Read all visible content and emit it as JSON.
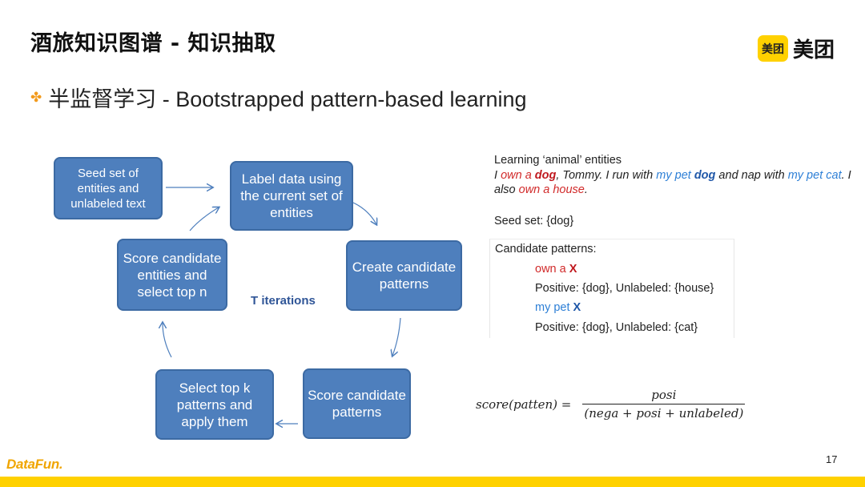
{
  "header": {
    "title": "酒旅知识图谱 - 知识抽取",
    "logo_box": "美团",
    "logo_text": "美团"
  },
  "subtitle": {
    "bullet": "✤",
    "text": "半监督学习 - Bootstrapped pattern-based learning"
  },
  "cycle": {
    "seed": "Seed set of entities and unlabeled text",
    "label_data": "Label data using the current set of entities",
    "create_patterns": "Create candidate patterns",
    "score_patterns": "Score candidate patterns",
    "select_top_k": "Select top k patterns and apply them",
    "score_entities": "Score candidate entities and select top n",
    "iterations": "T iterations"
  },
  "example": {
    "heading": "Learning ‘animal’ entities",
    "sentence": {
      "s1": "I ",
      "s2": "own a",
      "s3": " ",
      "s4": "dog",
      "s5": ", Tommy. I run with ",
      "s6": "my pet",
      "s7": " ",
      "s8": "dog",
      "s9": " and nap with ",
      "s10": "my pet",
      "s11": " ",
      "s12": "cat",
      "s13": ". I also ",
      "s14": "own a house",
      "s15": "."
    },
    "seed_set": "Seed set: {dog}",
    "candidates_title": "Candidate patterns:",
    "pattern1_text": "own a ",
    "pattern1_x": "X",
    "pattern1_stats": "Positive: {dog}, Unlabeled: {house}",
    "pattern2_text": "my pet ",
    "pattern2_x": "X",
    "pattern2_stats": "Positive: {dog}, Unlabeled: {cat}"
  },
  "formula": {
    "lhs": "score(patten) =",
    "numerator": "posi",
    "denominator": "(nega + posi + unlabeled)"
  },
  "footer": {
    "brand": "DataFun.",
    "page_number": "17"
  },
  "colors": {
    "accent_yellow": "#ffd100",
    "node_blue": "#4e7fbd",
    "pattern_red": "#d12a2a",
    "pattern_blue": "#2d7fd6"
  }
}
